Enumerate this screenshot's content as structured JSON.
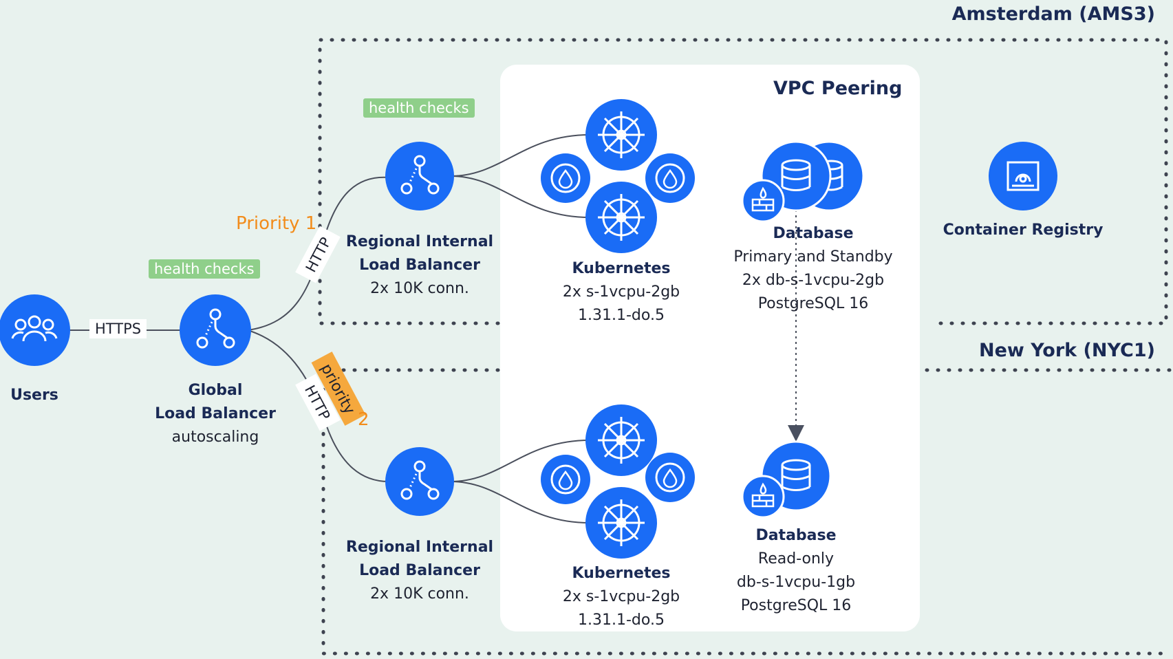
{
  "regions": {
    "ams": {
      "title": "Amsterdam (AMS3)"
    },
    "nyc": {
      "title": "New York (NYC1)"
    }
  },
  "vpc": {
    "title": "VPC Peering"
  },
  "users": {
    "label": "Users"
  },
  "edges": {
    "https": "HTTPS",
    "http_top": "HTTP",
    "http_bottom": "HTTP"
  },
  "priority1": "Priority 1",
  "priority2_badge": "priority",
  "priority2_num": "2",
  "health_checks_global": "health checks",
  "health_checks_regional": "health checks",
  "global_lb": {
    "line1": "Global",
    "line2": "Load Balancer",
    "line3": "autoscaling"
  },
  "regional_lb_top": {
    "line1": "Regional Internal",
    "line2": "Load Balancer",
    "line3": "2x 10K conn."
  },
  "regional_lb_bottom": {
    "line1": "Regional Internal",
    "line2": "Load Balancer",
    "line3": "2x 10K conn."
  },
  "k8s_top": {
    "line1": "Kubernetes",
    "line2": "2x s-1vcpu-2gb",
    "line3": "1.31.1-do.5"
  },
  "k8s_bottom": {
    "line1": "Kubernetes",
    "line2": "2x s-1vcpu-2gb",
    "line3": "1.31.1-do.5"
  },
  "db_top": {
    "line1": "Database",
    "line2": "Primary and Standby",
    "line3": "2x db-s-1vcpu-2gb",
    "line4": "PostgreSQL 16"
  },
  "db_bottom": {
    "line1": "Database",
    "line2": "Read-only",
    "line3": "db-s-1vcpu-1gb",
    "line4": "PostgreSQL 16"
  },
  "registry": {
    "label": "Container Registry"
  },
  "colors": {
    "primary_blue": "#1a6cf6",
    "navy": "#1a2a55",
    "orange": "#f28c1b",
    "green": "#8fcf8a",
    "background": "#e8f2ee"
  }
}
